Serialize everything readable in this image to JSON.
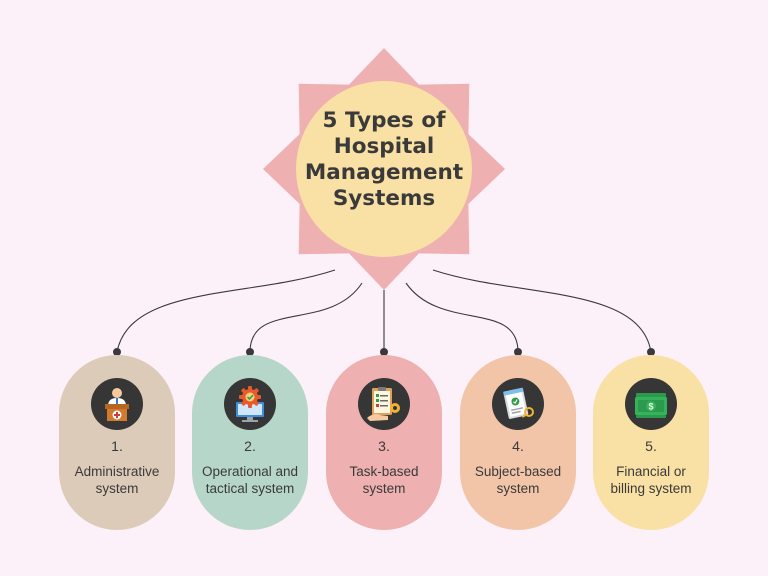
{
  "title": {
    "lines": [
      "5 Types of",
      "Hospital",
      "Management",
      "Systems"
    ]
  },
  "colors": {
    "background": "#fcf1f8",
    "star": "#eeb0b0",
    "title_circle": "#f9e0a4",
    "connector": "#3a3a3a",
    "icon_circle": "#363636"
  },
  "systems": [
    {
      "number": "1.",
      "label_lines": [
        "Administrative",
        "system"
      ],
      "color": "#ddcbb9",
      "icon": "receptionist-desk-icon"
    },
    {
      "number": "2.",
      "label_lines": [
        "Operational and",
        "tactical system"
      ],
      "color": "#b7d6ca",
      "icon": "gear-monitor-icon"
    },
    {
      "number": "3.",
      "label_lines": [
        "Task-based",
        "system"
      ],
      "color": "#eeb0b0",
      "icon": "clipboard-task-icon"
    },
    {
      "number": "4.",
      "label_lines": [
        "Subject-based",
        "system"
      ],
      "color": "#f2c5a9",
      "icon": "document-search-icon"
    },
    {
      "number": "5.",
      "label_lines": [
        "Financial or",
        "billing system"
      ],
      "color": "#f9e0a4",
      "icon": "money-bill-icon"
    }
  ]
}
